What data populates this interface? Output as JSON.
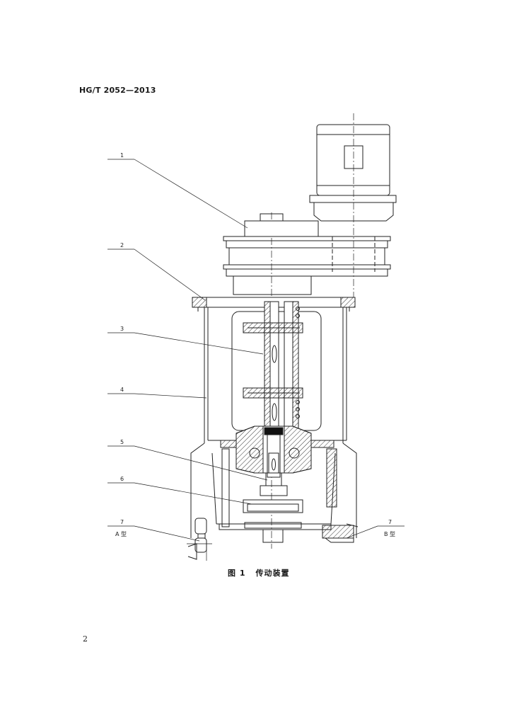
{
  "header": {
    "standard_code": "HG/T 2052—2013"
  },
  "figure": {
    "caption_number": "图 1",
    "caption_title": "传动装置",
    "callouts": [
      "1",
      "2",
      "3",
      "4",
      "5",
      "6",
      "7",
      "7"
    ],
    "side_labels": {
      "left": "A 型",
      "right": "B 型"
    }
  },
  "footer": {
    "page_number": "2"
  }
}
